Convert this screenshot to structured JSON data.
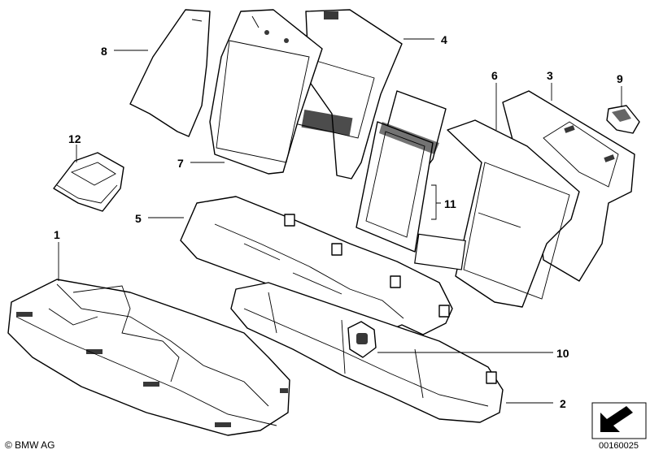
{
  "callouts": [
    {
      "id": "c8",
      "label": "8"
    },
    {
      "id": "c4",
      "label": "4"
    },
    {
      "id": "c6",
      "label": "6"
    },
    {
      "id": "c3",
      "label": "3"
    },
    {
      "id": "c9",
      "label": "9"
    },
    {
      "id": "c12",
      "label": "12"
    },
    {
      "id": "c7",
      "label": "7"
    },
    {
      "id": "c11",
      "label": "11"
    },
    {
      "id": "c5",
      "label": "5"
    },
    {
      "id": "c1",
      "label": "1"
    },
    {
      "id": "c10",
      "label": "10"
    },
    {
      "id": "c2",
      "label": "2"
    }
  ],
  "footer": {
    "copyright": "© BMW AG",
    "doc_number": "00160025"
  },
  "icons": {
    "direction": "arrow-icon"
  }
}
